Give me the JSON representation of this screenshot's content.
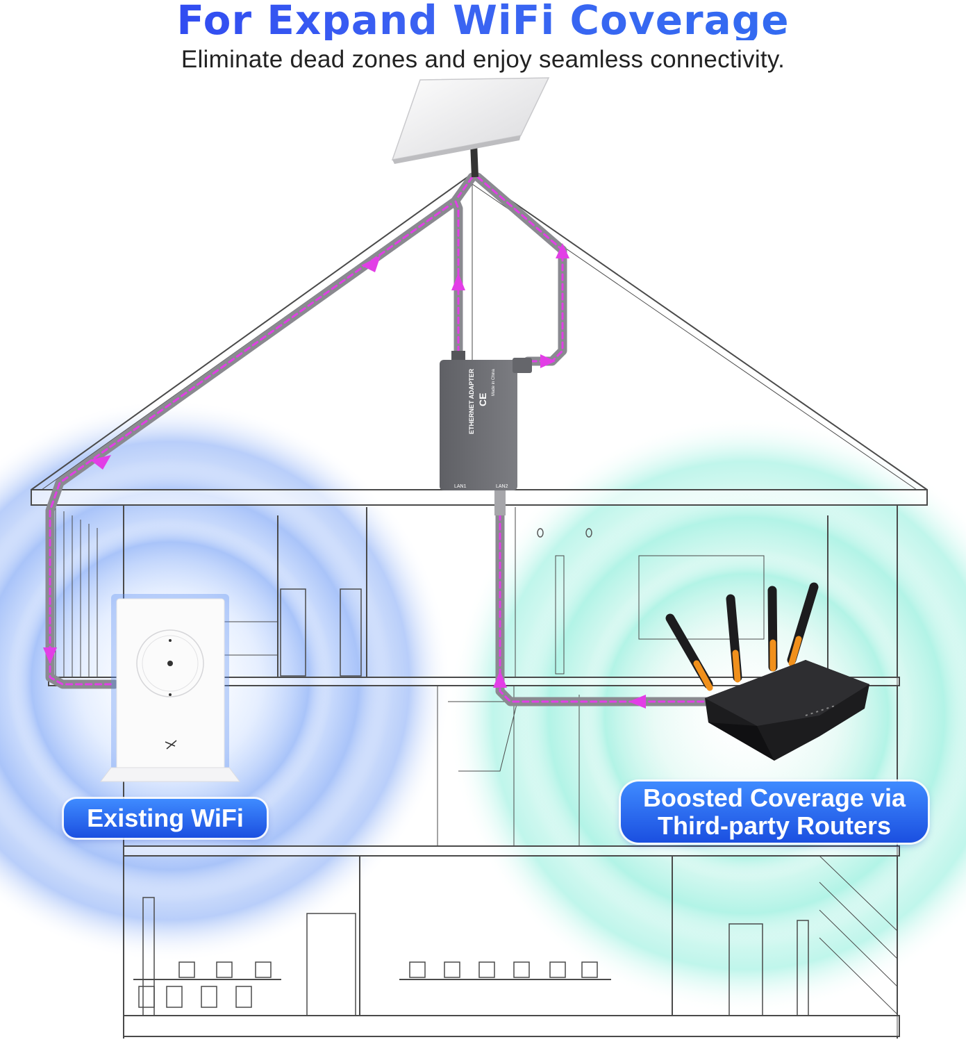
{
  "header": {
    "title": "For Expand WiFi Coverage",
    "subtitle": "Eliminate dead zones and enjoy seamless connectivity."
  },
  "adapter": {
    "label": "ETHERNET ADAPTER",
    "marks": "CE",
    "origin": "Made in China",
    "port_lan1": "LAN1",
    "port_lan2": "LAN2"
  },
  "callouts": {
    "existing": "Existing WiFi",
    "boosted_line1": "Boosted Coverage via",
    "boosted_line2": "Third-party Routers"
  },
  "colors": {
    "title_blue": "#2a3cf0",
    "pill_blue": "#1b4fe0",
    "cable_gray": "#8a8a90",
    "cable_dash": "#e23ee6",
    "wifi_blue": "#5a8cf0",
    "wifi_mint": "#7be8cf",
    "adapter_gray": "#6c6d72",
    "router_black": "#1c1c1e",
    "router_orange": "#f0901c"
  },
  "icons": [
    "satellite-dish-icon",
    "ethernet-adapter-icon",
    "wifi-router-icon",
    "third-party-router-icon",
    "flow-arrow-icon"
  ]
}
